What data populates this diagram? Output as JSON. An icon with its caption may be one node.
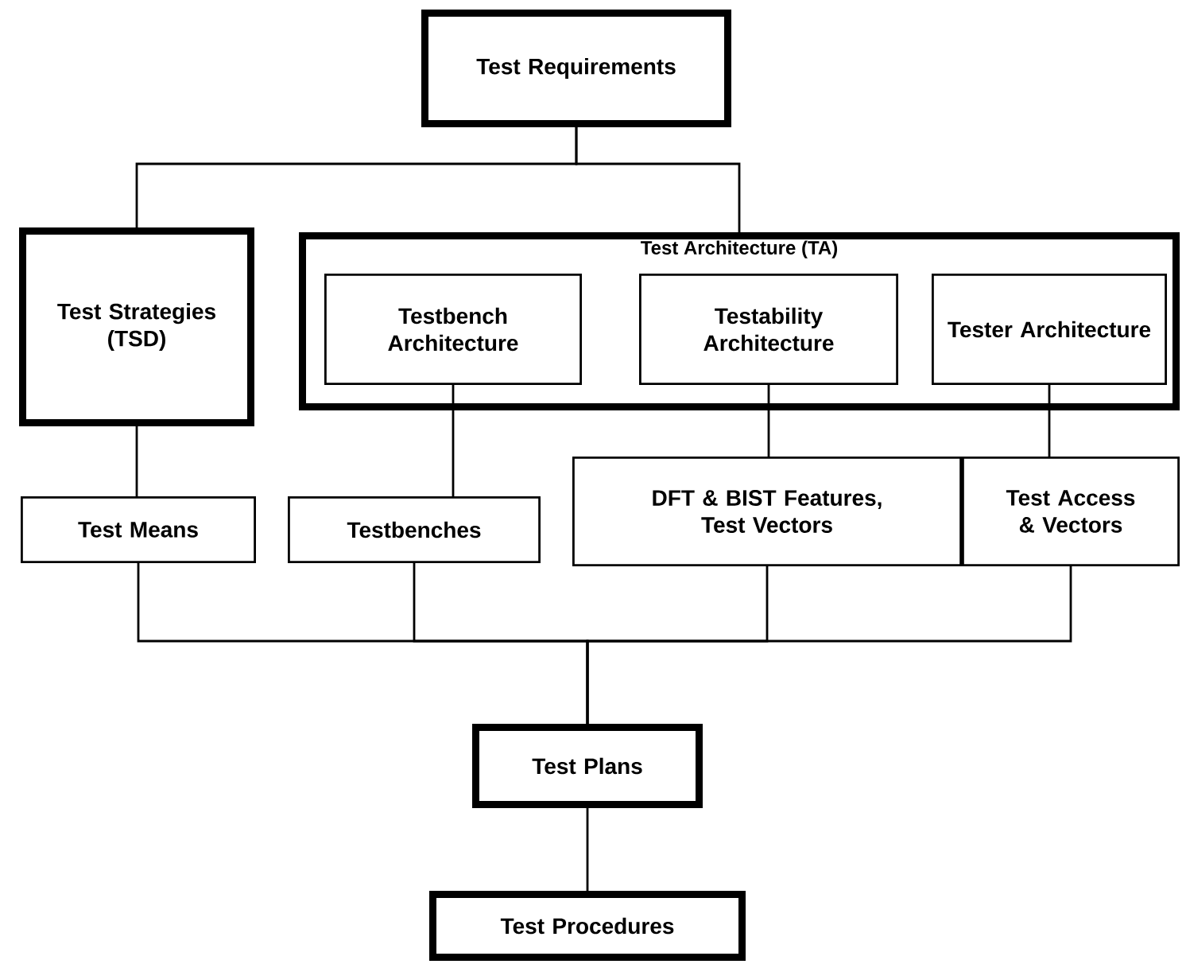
{
  "diagram": {
    "nodes": [
      {
        "text": [
          "Test Requirements"
        ]
      },
      {
        "text": [
          "Test Strategies (TSD)"
        ]
      },
      {
        "text": [
          "Test Architecture (TA)"
        ]
      },
      {
        "text": [
          "Testbench Architecture"
        ],
        "in": 2
      },
      {
        "text": [
          "Testability Architecture"
        ],
        "in": 2
      },
      {
        "text": [
          "Tester Architecture"
        ],
        "in": 2
      },
      {
        "text": [
          "Test Means"
        ]
      },
      {
        "text": [
          "Testbenches"
        ]
      },
      {
        "text": [
          "DFT & BIST Features, Test Vectors"
        ]
      },
      {
        "text": [
          "Test Access & Vectors"
        ]
      },
      {
        "text": [
          "Test Plans"
        ]
      },
      {
        "text": [
          "Test Procedures"
        ]
      }
    ],
    "edges": [
      {
        "from": 0,
        "to": 1,
        "arrow": "none"
      },
      {
        "from": 0,
        "to": 2,
        "arrow": "none"
      },
      {
        "from": 1,
        "to": 6,
        "arrow": "none"
      },
      {
        "from": 3,
        "to": 7,
        "arrow": "none"
      },
      {
        "from": 4,
        "to": 8,
        "arrow": "none"
      },
      {
        "from": 5,
        "to": 9,
        "arrow": "none"
      },
      {
        "from": 6,
        "to": 10,
        "arrow": "none"
      },
      {
        "from": 7,
        "to": 10,
        "arrow": "none"
      },
      {
        "from": 8,
        "to": 10,
        "arrow": "none"
      },
      {
        "from": 9,
        "to": 10,
        "arrow": "none"
      },
      {
        "from": 10,
        "to": 11,
        "arrow": "none"
      }
    ]
  }
}
